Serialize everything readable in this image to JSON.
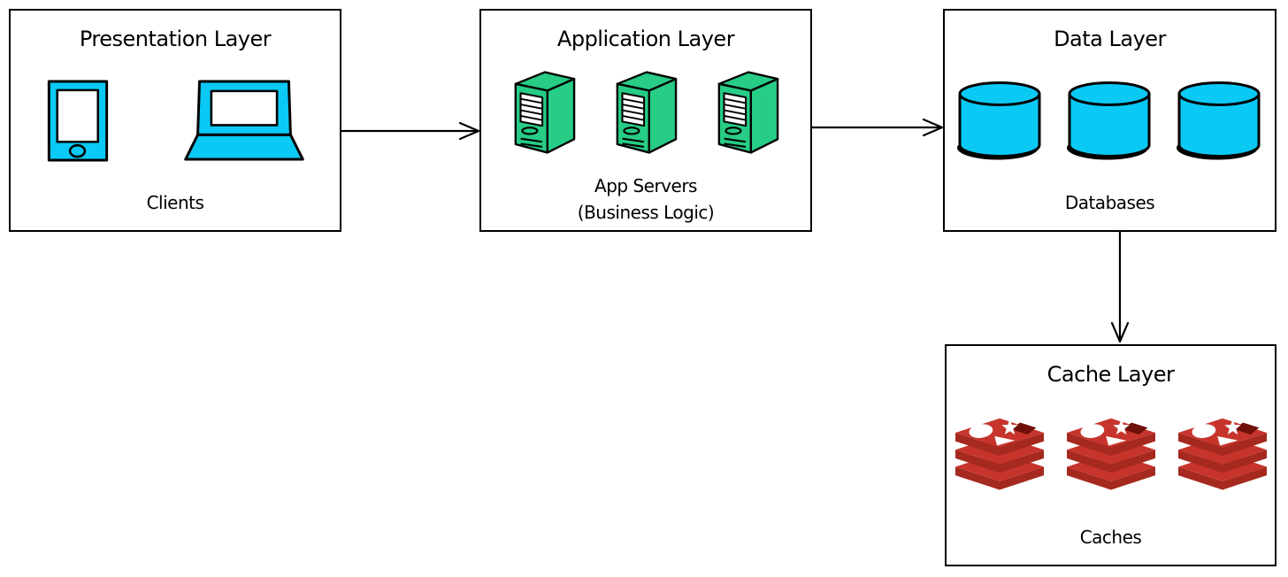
{
  "layers": {
    "presentation": {
      "title": "Presentation Layer",
      "caption": "Clients"
    },
    "application": {
      "title": "Application Layer",
      "caption_line1": "App Servers",
      "caption_line2": "(Business Logic)"
    },
    "data": {
      "title": "Data Layer",
      "caption": "Databases"
    },
    "cache": {
      "title": "Cache Layer",
      "caption": "Caches"
    }
  },
  "icons": {
    "presentation": [
      "tablet-icon",
      "laptop-icon"
    ],
    "application": [
      "server-icon",
      "server-icon",
      "server-icon"
    ],
    "data": [
      "database-icon",
      "database-icon",
      "database-icon"
    ],
    "cache": [
      "redis-cache-icon",
      "redis-cache-icon",
      "redis-cache-icon"
    ]
  },
  "connections": [
    {
      "from": "presentation",
      "to": "application",
      "direction": "right"
    },
    {
      "from": "application",
      "to": "data",
      "direction": "right"
    },
    {
      "from": "data",
      "to": "cache",
      "direction": "down"
    }
  ],
  "colors": {
    "device_cyan": "#0ac9f5",
    "server_green": "#27cc85",
    "cache_red_top": "#c6342c",
    "cache_red_front": "#a5291f",
    "cache_red_hole": "#6f100a",
    "outline": "#000000",
    "background": "#ffffff"
  }
}
